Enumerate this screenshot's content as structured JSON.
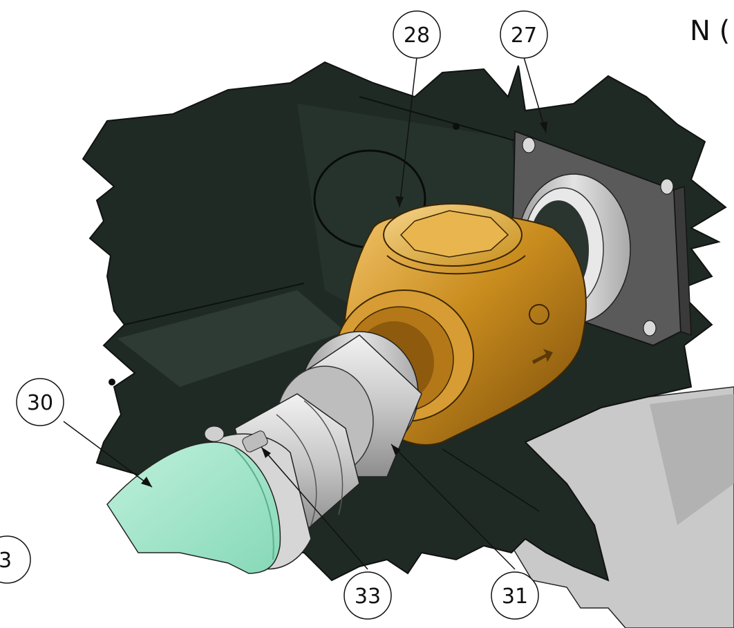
{
  "view_label": "N (",
  "callouts": {
    "c28": "28",
    "c27": "27",
    "c30": "30",
    "c33": "33",
    "c31": "31",
    "partial_left": "3"
  },
  "colors": {
    "cabinet": "#1f2a24",
    "brass": "#c98c1e",
    "pipe": "#a6e6cc",
    "steel": "#c7c7c7"
  }
}
